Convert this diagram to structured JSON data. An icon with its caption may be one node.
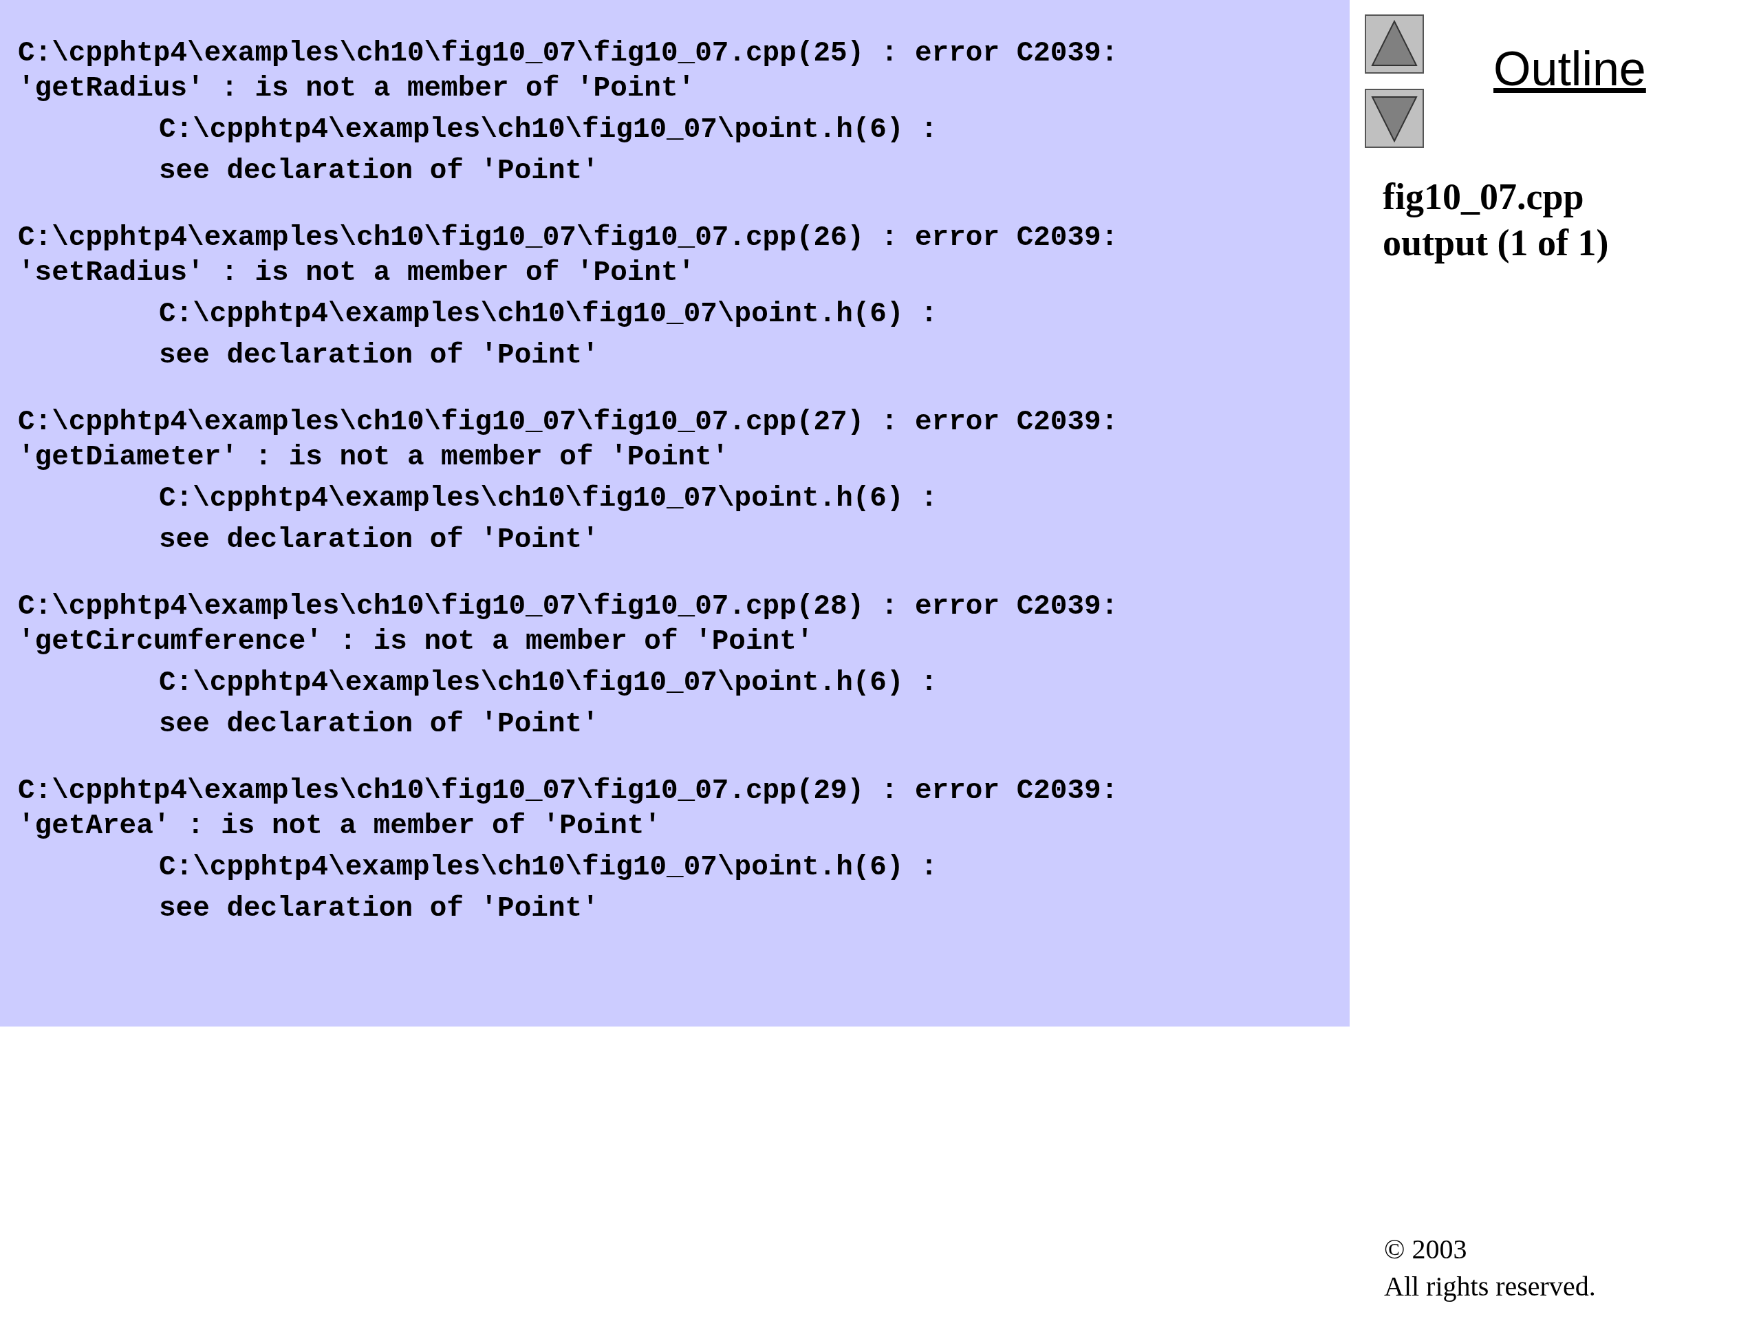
{
  "diagram": {
    "nodes": [
      {
        "text": [
          "C:\\cpphtp4\\examples\\ch10\\fig10_07\\fig10_07.cpp(25) : error C2039:",
          "'getRadius' : is not a member of 'Point'",
          "C:\\cpphtp4\\examples\\ch10\\fig10_07\\point.h(6) :",
          "see declaration of 'Point'",
          "C:\\cpphtp4\\examples\\ch10\\fig10_07\\fig10_07.cpp(26) : error C2039:",
          "'setRadius' : is not a member of 'Point'",
          "C:\\cpphtp4\\examples\\ch10\\fig10_07\\point.h(6) :",
          "see declaration of 'Point'",
          "C:\\cpphtp4\\examples\\ch10\\fig10_07\\fig10_07.cpp(27) : error C2039:",
          "'getDiameter' : is not a member of 'Point'",
          "C:\\cpphtp4\\examples\\ch10\\fig10_07\\point.h(6) :",
          "see declaration of 'Point'",
          "C:\\cpphtp4\\examples\\ch10\\fig10_07\\fig10_07.cpp(28) : error C2039:",
          "'getCircumference' : is not a member of 'Point'",
          "C:\\cpphtp4\\examples\\ch10\\fig10_07\\point.h(6) :",
          "see declaration of 'Point'",
          "C:\\cpphtp4\\examples\\ch10\\fig10_07\\fig10_07.cpp(29) : error C2039:",
          "'getArea' : is not a member of 'Point'",
          "C:\\cpphtp4\\examples\\ch10\\fig10_07\\point.h(6) :",
          "see declaration of 'Point'"
        ]
      }
    ],
    "labels": [
      "Outline",
      "fig10_07.cpp",
      "output (1 of 1)",
      "© 2003",
      "All rights reserved."
    ]
  }
}
